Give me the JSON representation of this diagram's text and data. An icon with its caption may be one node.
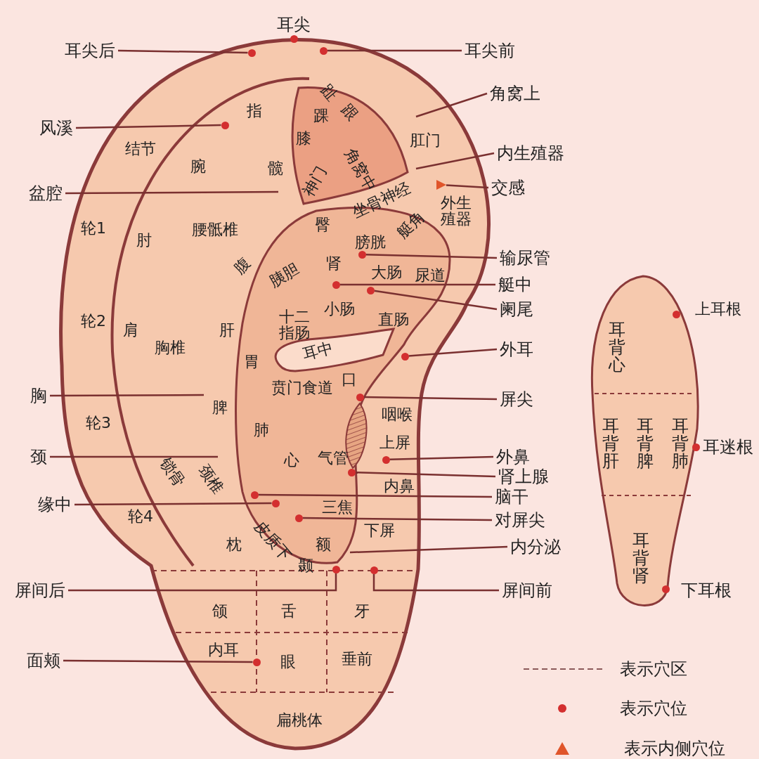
{
  "diagram": {
    "nodes": [
      {
        "text": [
          "耳尖后"
        ]
      },
      {
        "text": [],
        "shape": "circle"
      },
      {
        "text": [
          "耳尖前"
        ]
      },
      {
        "text": [],
        "shape": "circle"
      },
      {
        "text": [
          "风溪"
        ]
      },
      {
        "text": [],
        "shape": "circle"
      },
      {
        "text": [
          "角窝上"
        ]
      },
      {
        "text": [
          "内生殖器"
        ]
      },
      {
        "text": [
          "盆腔"
        ]
      },
      {
        "text": [
          "交感"
        ]
      },
      {
        "text": [],
        "shape": "triangle"
      },
      {
        "text": [
          "输尿管"
        ]
      },
      {
        "text": [],
        "shape": "circle"
      },
      {
        "text": [
          "艇中"
        ]
      },
      {
        "text": [],
        "shape": "circle"
      },
      {
        "text": [
          "阑尾"
        ]
      },
      {
        "text": [],
        "shape": "circle"
      },
      {
        "text": [
          "外耳"
        ]
      },
      {
        "text": [],
        "shape": "circle"
      },
      {
        "text": [
          "胸"
        ]
      },
      {
        "text": [
          "屏尖"
        ]
      },
      {
        "text": [],
        "shape": "circle"
      },
      {
        "text": [
          "颈"
        ]
      },
      {
        "text": [
          "外鼻"
        ]
      },
      {
        "text": [],
        "shape": "circle"
      },
      {
        "text": [
          "肾上腺"
        ]
      },
      {
        "text": [],
        "shape": "circle"
      },
      {
        "text": [
          "脑干"
        ]
      },
      {
        "text": [],
        "shape": "circle"
      },
      {
        "text": [
          "缘中"
        ]
      },
      {
        "text": [],
        "shape": "circle"
      },
      {
        "text": [
          "对屏尖"
        ]
      },
      {
        "text": [],
        "shape": "circle"
      },
      {
        "text": [
          "内分泌"
        ]
      },
      {
        "text": [
          "屏间后"
        ]
      },
      {
        "text": [],
        "shape": "circle"
      },
      {
        "text": [
          "屏间前"
        ]
      },
      {
        "text": [],
        "shape": "circle"
      },
      {
        "text": [
          "面颊"
        ]
      },
      {
        "text": [],
        "shape": "circle"
      },
      {
        "text": [],
        "shape": "circle"
      },
      {
        "text": [],
        "shape": "circle"
      },
      {
        "text": [],
        "shape": "circle"
      },
      {
        "text": [],
        "shape": "circle"
      }
    ],
    "edges": [
      {
        "from": 0,
        "to": 1,
        "arrow": "none"
      },
      {
        "from": 2,
        "to": 3,
        "arrow": "none"
      },
      {
        "from": 4,
        "to": 5,
        "arrow": "none"
      },
      {
        "from": 6,
        "to": null,
        "arrow": "none"
      },
      {
        "from": 7,
        "to": null,
        "arrow": "none"
      },
      {
        "from": 8,
        "to": null,
        "arrow": "none"
      },
      {
        "from": 9,
        "to": 10,
        "arrow": "none"
      },
      {
        "from": 11,
        "to": 12,
        "arrow": "none"
      },
      {
        "from": 13,
        "to": 14,
        "arrow": "none"
      },
      {
        "from": 15,
        "to": 16,
        "arrow": "none"
      },
      {
        "from": 17,
        "to": 18,
        "arrow": "none"
      },
      {
        "from": 19,
        "to": null,
        "arrow": "none"
      },
      {
        "from": 20,
        "to": 21,
        "arrow": "none"
      },
      {
        "from": 22,
        "to": null,
        "arrow": "none"
      },
      {
        "from": 23,
        "to": 24,
        "arrow": "none"
      },
      {
        "from": 25,
        "to": 26,
        "arrow": "none"
      },
      {
        "from": 27,
        "to": 28,
        "arrow": "none"
      },
      {
        "from": 29,
        "to": 30,
        "arrow": "none"
      },
      {
        "from": 31,
        "to": 32,
        "arrow": "none"
      },
      {
        "from": 33,
        "to": null,
        "arrow": "none"
      },
      {
        "from": 34,
        "to": 35,
        "arrow": "none"
      },
      {
        "from": 36,
        "to": 37,
        "arrow": "none"
      },
      {
        "from": 38,
        "to": 39,
        "arrow": "none"
      }
    ],
    "labels": [
      "耳尖",
      "趾",
      "指",
      "踝",
      "跟",
      "膝",
      "肛门",
      "结节",
      "腕",
      "髋",
      "神门",
      "角窝中",
      "坐骨神经",
      "外生殖器",
      "轮1",
      "腰骶椎",
      "臀",
      "艇角",
      "肘",
      "膀胱",
      "腹",
      "胰胆",
      "肾",
      "大肠",
      "尿道",
      "小肠",
      "轮2",
      "肩",
      "肝",
      "十二指肠",
      "直肠",
      "胸椎",
      "耳中",
      "胃",
      "贲门食道",
      "口",
      "脾",
      "咽喉",
      "轮3",
      "肺",
      "上屏",
      "心",
      "气管",
      "锁骨",
      "颈椎",
      "内鼻",
      "三焦",
      "轮4",
      "下屏",
      "枕",
      "皮质下",
      "额",
      "颞",
      "颌",
      "舌",
      "牙",
      "内耳",
      "眼",
      "垂前",
      "扁桃体",
      "上耳根",
      "耳背心",
      "耳背肝",
      "耳背脾",
      "耳背肺",
      "耳迷根",
      "耳背肾",
      "下耳根"
    ],
    "legend": [
      {
        "text": "表示穴区"
      },
      {
        "text": "表示穴位",
        "color": "#d32f2f"
      },
      {
        "text": "表示内侧穴位",
        "color": "#e0552a"
      }
    ]
  }
}
